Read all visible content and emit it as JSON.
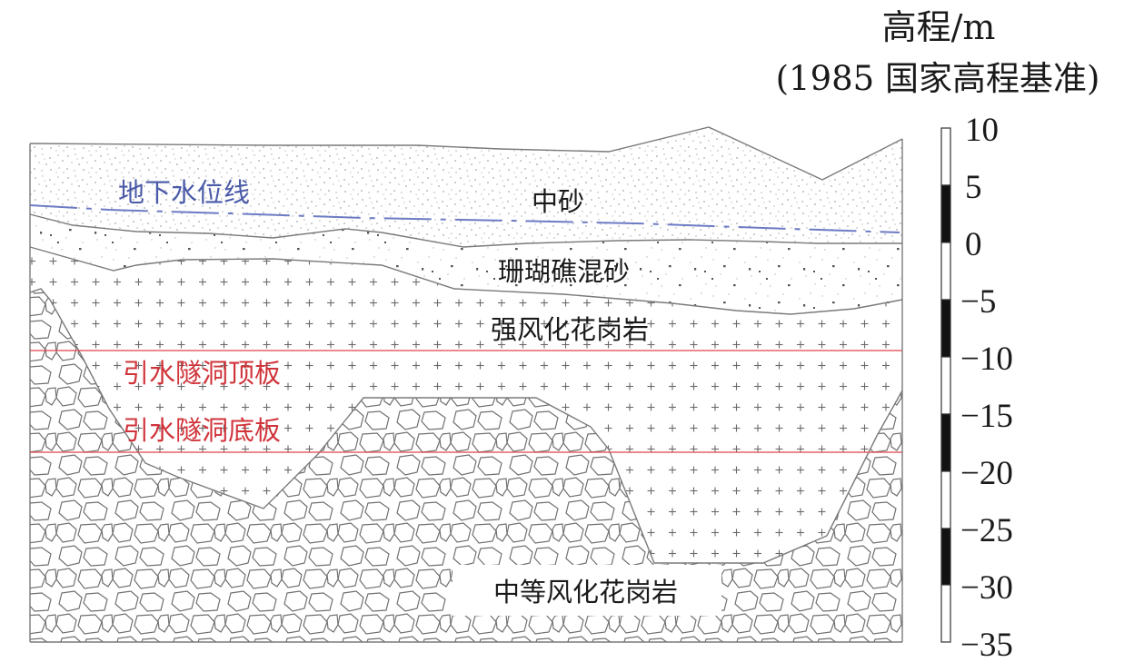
{
  "axis": {
    "title_line1": "高程/m",
    "title_line2": "(1985 国家高程基准)",
    "ticks": [
      "10",
      "5",
      "0",
      "−5",
      "−10",
      "−15",
      "−20",
      "−25",
      "−30",
      "−35"
    ]
  },
  "labels": {
    "groundwater": "地下水位线",
    "medium_sand": "中砂",
    "coral_sand": "珊瑚礁混砂",
    "strong_granite": "强风化花岗岩",
    "tunnel_top": "引水隧洞顶板",
    "tunnel_bottom": "引水隧洞底板",
    "moderate_granite": "中等风化花岗岩"
  },
  "colors": {
    "groundwater": "#4a5aa8",
    "tunnel": "#d0343a",
    "outline": "#666666"
  }
}
